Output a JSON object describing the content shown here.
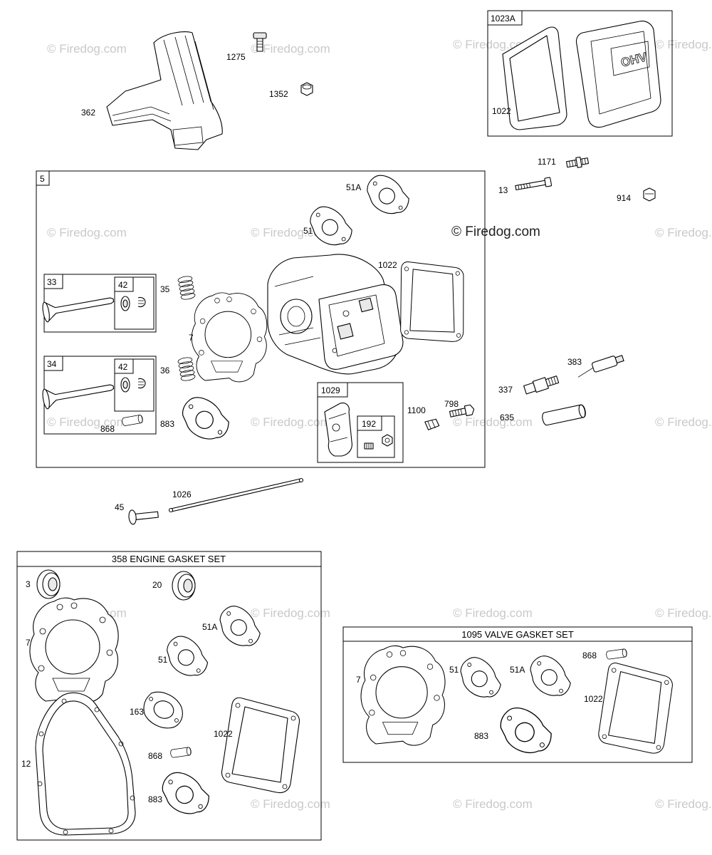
{
  "watermark": "© Firedog.com",
  "watermark_main": "© Firedog.com",
  "boxes": {
    "cover_kit": "1023A",
    "head_assembly": "5",
    "intake_valve": "33",
    "exhaust_valve": "34",
    "retainer_1": "42",
    "retainer_2": "42",
    "rocker_arm": "1029",
    "rocker_nut": "192",
    "engine_gasket_set": "358 ENGINE GASKET SET",
    "valve_gasket_set": "1095 VALVE GASKET SET"
  },
  "labels": {
    "p1275": "1275",
    "p1352": "1352",
    "p362": "362",
    "p1022_top": "1022",
    "p1171": "1171",
    "p13": "13",
    "p914": "914",
    "p51A_head": "51A",
    "p51_head": "51",
    "p1022_head": "1022",
    "p35": "35",
    "p7_head": "7",
    "p36": "36",
    "p868_head": "868",
    "p883_head": "883",
    "p383": "383",
    "p337": "337",
    "p1100": "1100",
    "p798": "798",
    "p635": "635",
    "p45": "45",
    "p1026": "1026",
    "eg_3": "3",
    "eg_20": "20",
    "eg_7": "7",
    "eg_51A": "51A",
    "eg_51": "51",
    "eg_163": "163",
    "eg_12": "12",
    "eg_1022": "1022",
    "eg_868": "868",
    "eg_883": "883",
    "vg_7": "7",
    "vg_51": "51",
    "vg_51A": "51A",
    "vg_868": "868",
    "vg_1022": "1022",
    "vg_883": "883"
  },
  "cover_text": "OHV"
}
